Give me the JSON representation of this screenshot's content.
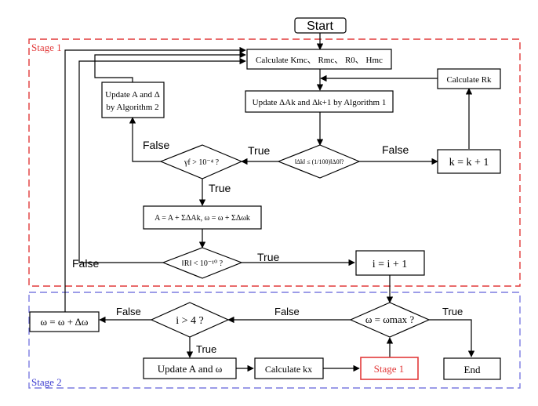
{
  "stages": {
    "stage1_label": "Stage 1",
    "stage2_label": "Stage 2",
    "stage1_color": "#e23a3a",
    "stage2_color": "#7b7be0"
  },
  "nodes": {
    "start": "Start",
    "calculate_k": "Calculate Kmc、 Rmc、 R0、 Hmc",
    "update_a_line1": "Update A and Δ",
    "update_a_line2": "by Algorithm 2",
    "calculate_rk": "Calculate Rk",
    "update_delta": "Update ΔAk and Δk+1 by Algorithm 1",
    "check_tolerance": "‖Δk‖ ≤ (1/100)‖Δ0‖?",
    "check_gamma": "γf > 10⁻⁴ ?",
    "increment_k": "k = k + 1",
    "update_a_omega_sum": "A = A + ΣΔAk,  ω = ω + ΣΔωk",
    "check_residual": "‖R‖ < 10⁻¹⁰ ?",
    "increment_i": "i = i + 1",
    "check_omega_max": "ω = ωmax ?",
    "check_i": "i > 4 ?",
    "omega_step": "ω = ω + Δω",
    "update_a_omega": "Update A and ω",
    "calculate_kx": "Calculate kx",
    "stage1_ref": "Stage 1",
    "end": "End"
  },
  "edge_labels": {
    "false": "False",
    "true": "True"
  }
}
